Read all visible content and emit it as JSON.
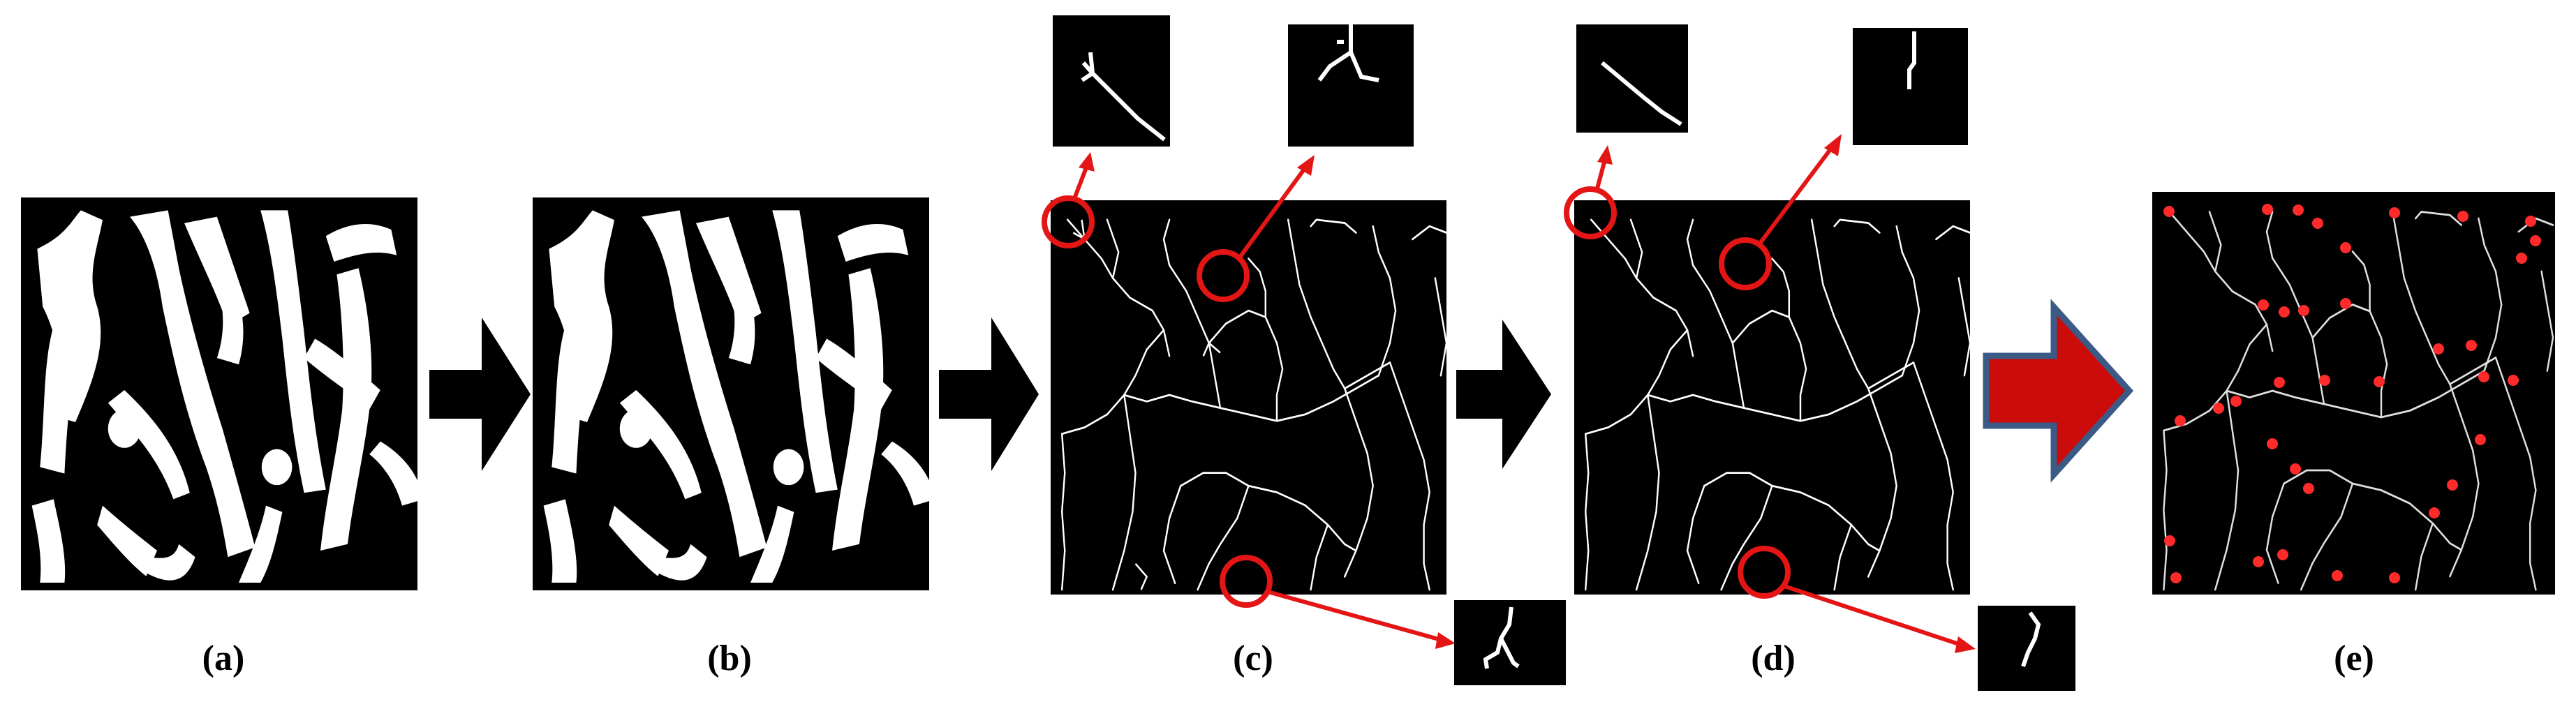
{
  "panels": [
    {
      "id": "a",
      "label": "(a)"
    },
    {
      "id": "b",
      "label": "(b)"
    },
    {
      "id": "c",
      "label": "(c)"
    },
    {
      "id": "d",
      "label": "(d)"
    },
    {
      "id": "e",
      "label": "(e)"
    }
  ],
  "colors": {
    "background": "#000000",
    "foreground": "#ffffff",
    "highlight": "#e31515",
    "arrow_dark": "#000000",
    "arrow_red_fill": "#cc0b0b",
    "arrow_red_stroke": "#3b5a86",
    "node_red": "#ff2a2a"
  },
  "icons": {
    "process_arrow": "block-arrow-right-icon",
    "final_arrow": "block-arrow-right-red-icon",
    "callout": "red-circle-callout-icon"
  }
}
